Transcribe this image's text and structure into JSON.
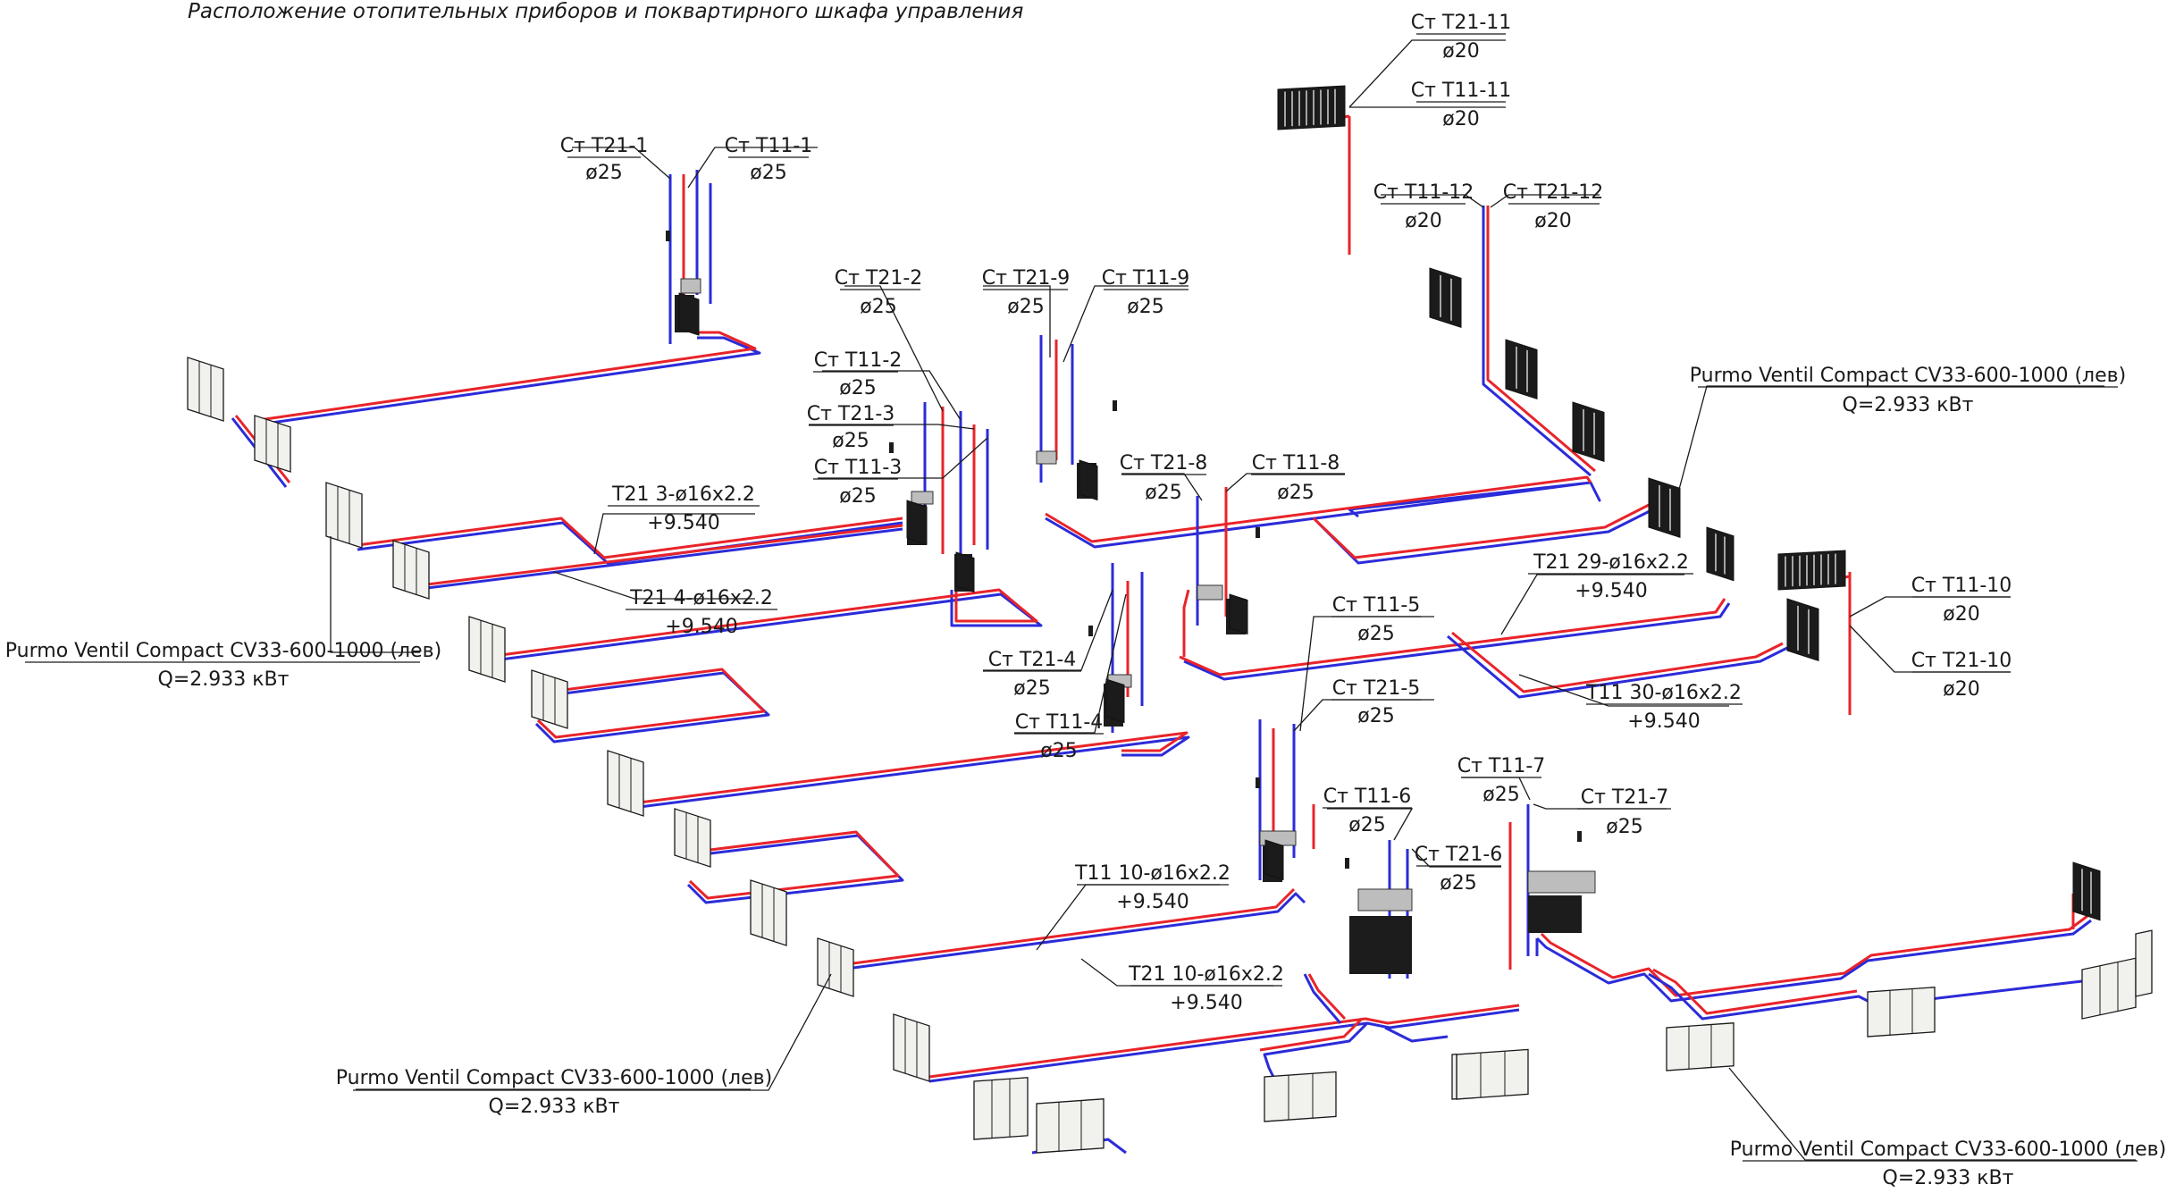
{
  "title": "Расположение отопительных приборов и поквартирного шкафа управления",
  "colors": {
    "supply": "#e8242a",
    "return": "#2b2bd9",
    "ink": "#1a1a1a"
  },
  "labels": [
    {
      "id": "t21-11",
      "line1": "Ст Т21-11",
      "line2": "ø20"
    },
    {
      "id": "t11-11",
      "line1": "Ст Т11-11",
      "line2": "ø20"
    },
    {
      "id": "t21-1",
      "line1": "Ст Т21-1",
      "line2": "ø25"
    },
    {
      "id": "t11-1",
      "line1": "Ст Т11-1",
      "line2": "ø25"
    },
    {
      "id": "t11-12",
      "line1": "Ст Т11-12",
      "line2": "ø20"
    },
    {
      "id": "t21-12",
      "line1": "Ст Т21-12",
      "line2": "ø20"
    },
    {
      "id": "t21-2",
      "line1": "Ст Т21-2",
      "line2": "ø25"
    },
    {
      "id": "t21-9",
      "line1": "Ст Т21-9",
      "line2": "ø25"
    },
    {
      "id": "t11-9",
      "line1": "Ст Т11-9",
      "line2": "ø25"
    },
    {
      "id": "t11-2",
      "line1": "Ст Т11-2",
      "line2": "ø25"
    },
    {
      "id": "t21-3",
      "line1": "Ст Т21-3",
      "line2": "ø25"
    },
    {
      "id": "t11-3",
      "line1": "Ст Т11-3",
      "line2": "ø25"
    },
    {
      "id": "t21-8",
      "line1": "Ст Т21-8",
      "line2": "ø25"
    },
    {
      "id": "t11-8",
      "line1": "Ст Т11-8",
      "line2": "ø25"
    },
    {
      "id": "pipe-t21-3",
      "line1": "Т21 3-ø16х2.2",
      "line2": "+9.540"
    },
    {
      "id": "pipe-t21-4",
      "line1": "Т21 4-ø16х2.2",
      "line2": "+9.540"
    },
    {
      "id": "pipe-t21-29",
      "line1": "Т21 29-ø16х2.2",
      "line2": "+9.540"
    },
    {
      "id": "t11-10",
      "line1": "Ст Т11-10",
      "line2": "ø20"
    },
    {
      "id": "t21-10",
      "line1": "Ст Т21-10",
      "line2": "ø20"
    },
    {
      "id": "t11-5",
      "line1": "Ст Т11-5",
      "line2": "ø25"
    },
    {
      "id": "t21-5",
      "line1": "Ст Т21-5",
      "line2": "ø25"
    },
    {
      "id": "pipe-t11-30",
      "line1": "Т11 30-ø16х2.2",
      "line2": "+9.540"
    },
    {
      "id": "t21-4",
      "line1": "Ст Т21-4",
      "line2": "ø25"
    },
    {
      "id": "t11-4",
      "line1": "Ст Т11-4",
      "line2": "ø25"
    },
    {
      "id": "t11-7",
      "line1": "Ст Т11-7",
      "line2": "ø25"
    },
    {
      "id": "t21-7",
      "line1": "Ст Т21-7",
      "line2": "ø25"
    },
    {
      "id": "t11-6",
      "line1": "Ст Т11-6",
      "line2": "ø25"
    },
    {
      "id": "t21-6",
      "line1": "Ст Т21-6",
      "line2": "ø25"
    },
    {
      "id": "pipe-t11-10",
      "line1": "Т11 10-ø16х2.2",
      "line2": "+9.540"
    },
    {
      "id": "pipe-t21-10",
      "line1": "Т21 10-ø16х2.2",
      "line2": "+9.540"
    },
    {
      "id": "rad-top-right",
      "line1": "Purmo Ventil Compact CV33-600-1000 (лев)",
      "line2": "Q=2.933 кВт"
    },
    {
      "id": "rad-left",
      "line1": "Purmo Ventil Compact CV33-600-1000 (лев)",
      "line2": "Q=2.933 кВт"
    },
    {
      "id": "rad-bottom-left",
      "line1": "Purmo Ventil Compact CV33-600-1000 (лев)",
      "line2": "Q=2.933 кВт"
    },
    {
      "id": "rad-bottom-right",
      "line1": "Purmo Ventil Compact CV33-600-1000 (лев)",
      "line2": "Q=2.933 кВт"
    }
  ]
}
